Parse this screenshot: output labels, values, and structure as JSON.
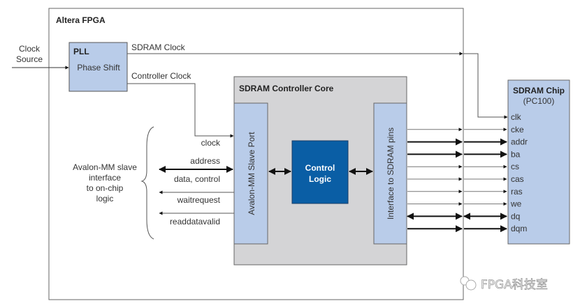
{
  "diagram": {
    "fpga_title": "Altera FPGA",
    "clock_source": [
      "Clock",
      "Source"
    ],
    "pll": {
      "title": "PLL",
      "subtitle": "Phase Shift"
    },
    "sdram_clock_label": "SDRAM Clock",
    "controller_clock_label": "Controller Clock",
    "core_title": "SDRAM Controller Core",
    "avalon_port_label": "Avalon-MM Slave Port",
    "control_logic": [
      "Control",
      "Logic"
    ],
    "interface_label": "Interface to SDRAM pins",
    "avalon_side": {
      "group_label": [
        "Avalon-MM slave",
        "interface",
        "to on-chip",
        "logic"
      ],
      "signals": {
        "clock": "clock",
        "address": "address",
        "data_control": "data, control",
        "waitrequest": "waitrequest",
        "readdatavalid": "readdatavalid"
      }
    },
    "chip": {
      "title": "SDRAM Chip",
      "subtitle": "(PC100)",
      "pins": [
        "clk",
        "cke",
        "addr",
        "ba",
        "cs",
        "cas",
        "ras",
        "we",
        "dq",
        "dqm"
      ]
    },
    "watermark": "FPGA科技室",
    "colors": {
      "light_blue": "#b9cce9",
      "dark_blue": "#0a5ea5",
      "core_gray": "#d4d4d6"
    }
  }
}
